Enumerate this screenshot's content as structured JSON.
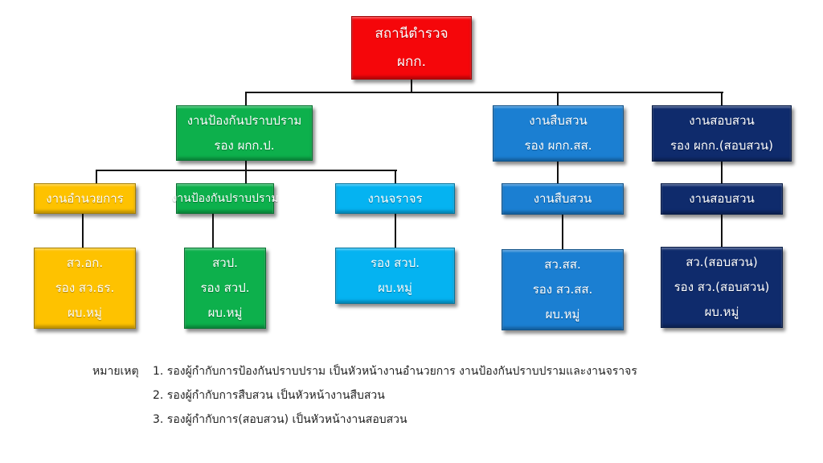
{
  "root": {
    "lines": [
      "สถานีตำรวจ",
      "ผกก."
    ]
  },
  "level2": [
    {
      "lines": [
        "งานป้องกันปราบปราม",
        "รอง ผกก.ป."
      ]
    },
    {
      "lines": [
        "งานสืบสวน",
        "รอง ผกก.สส."
      ]
    },
    {
      "lines": [
        "งานสอบสวน",
        "รอง ผกก.(สอบสวน)"
      ]
    }
  ],
  "level3": [
    {
      "label": "งานอำนวยการ"
    },
    {
      "label": "งานป้องกันปราบปราม"
    },
    {
      "label": "งานจราจร"
    },
    {
      "label": "งานสืบสวน"
    },
    {
      "label": "งานสอบสวน"
    }
  ],
  "level4": [
    {
      "lines": [
        "สว.อก.",
        "รอง สว.ธร.",
        "ผบ.หมู่"
      ]
    },
    {
      "lines": [
        "สวป.",
        "รอง สวป.",
        "ผบ.หมู่"
      ]
    },
    {
      "lines": [
        "รอง สวป.",
        "ผบ.หมู่"
      ]
    },
    {
      "lines": [
        "สว.สส.",
        "รอง สว.สส.",
        "ผบ.หมู่"
      ]
    },
    {
      "lines": [
        "สว.(สอบสวน)",
        "รอง สว.(สอบสวน)",
        "ผบ.หมู่"
      ]
    }
  ],
  "notes": {
    "title": "หมายเหตุ",
    "items": [
      "1. รองผู้กำกับการป้องกันปราบปราม เป็นหัวหน้างานอำนวยการ งานป้องกันปราบปรามและงานจราจร",
      "2. รองผู้กำกับการสืบสวน เป็นหัวหน้างานสืบสวน",
      "3. รองผู้กำกับการ(สอบสวน) เป็นหัวหน้างานสอบสวน"
    ]
  },
  "colors": {
    "root": "#f5060a",
    "prevention": "#0db04c",
    "admin": "#fec200",
    "traffic": "#05b3f1",
    "investigation": "#1b7fd2",
    "inquiry": "#0f2b6c"
  }
}
